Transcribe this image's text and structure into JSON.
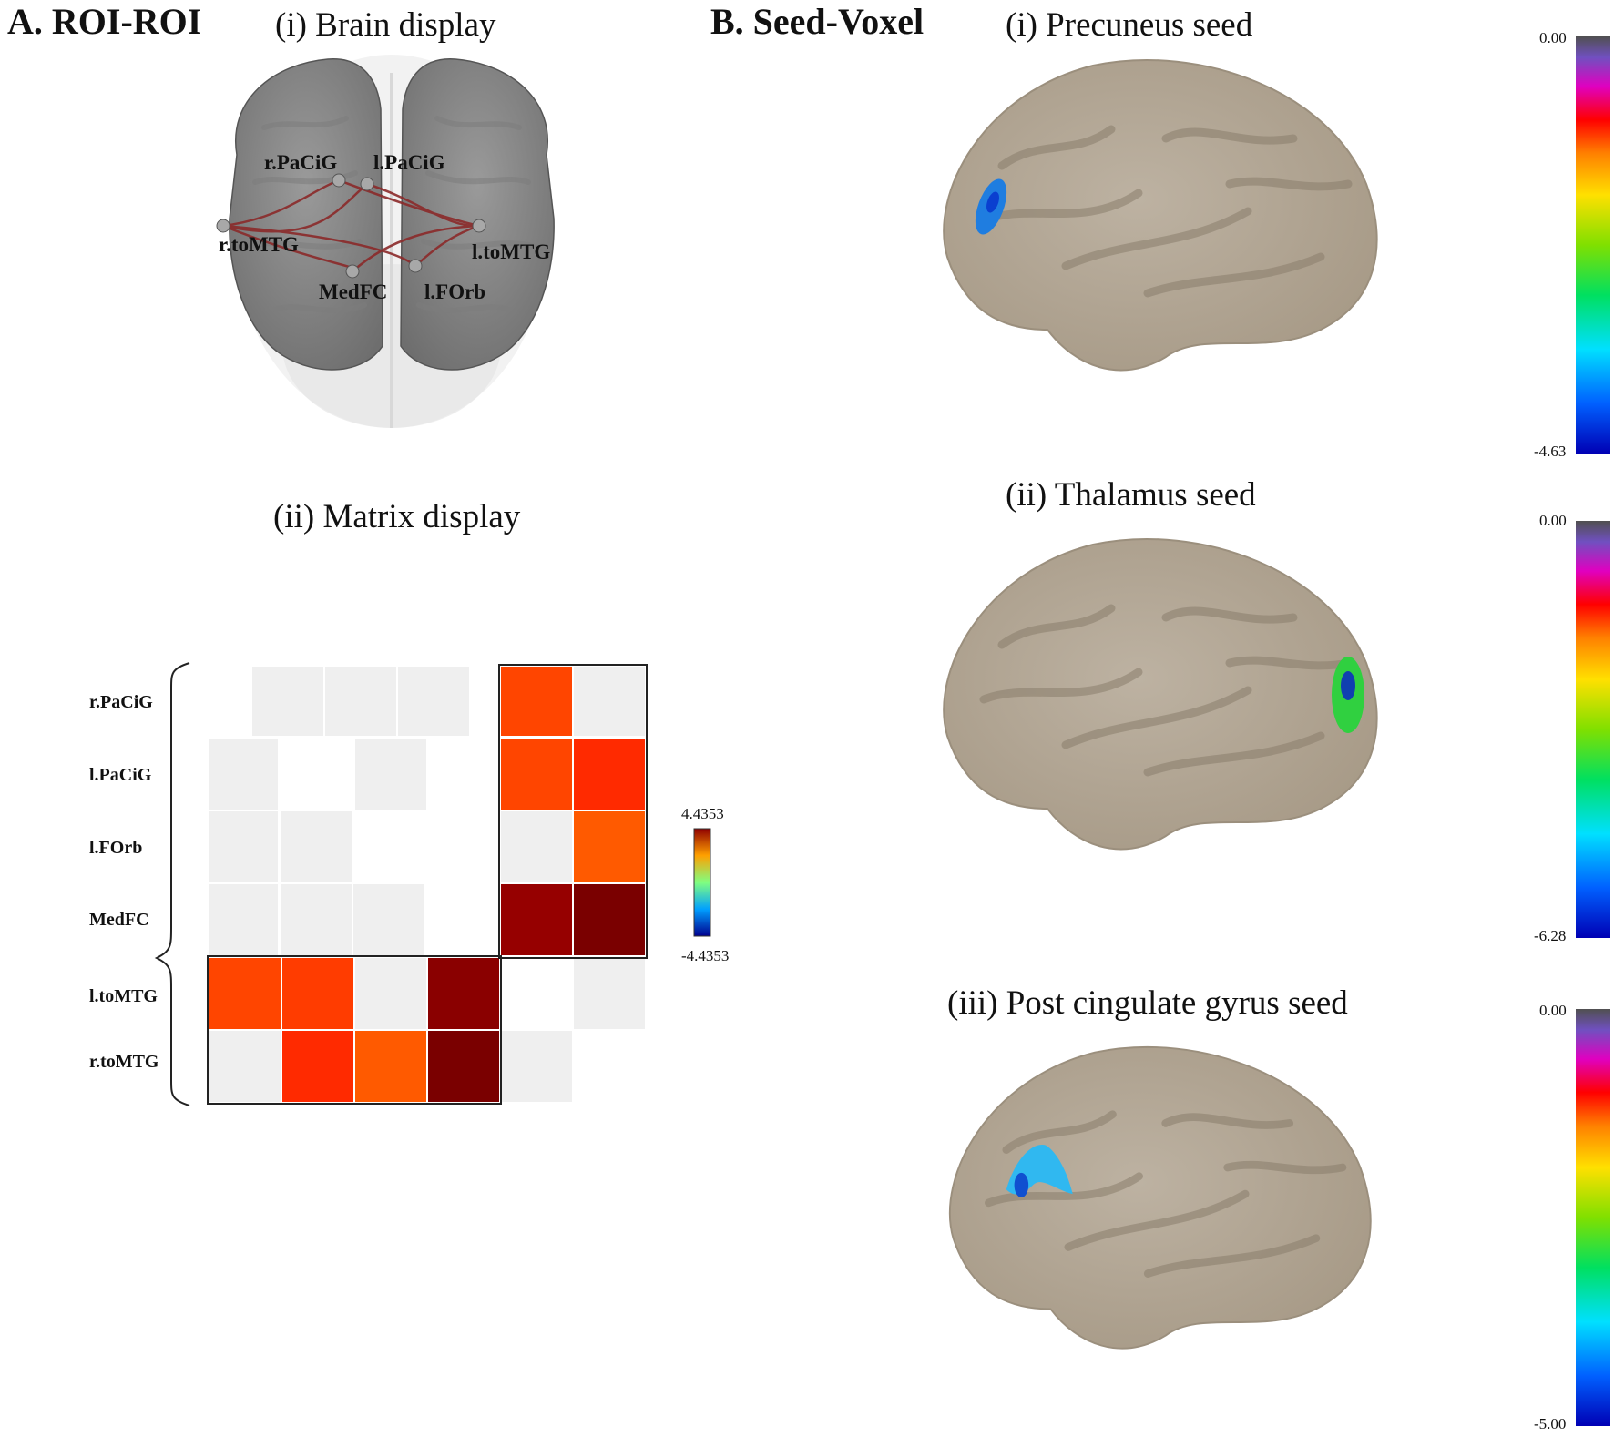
{
  "panel_a": {
    "heading": "A. ROI-ROI",
    "brain_title": "(i) Brain display",
    "matrix_title": "(ii) Matrix display",
    "roi_labels": {
      "r_pacig": "r.PaCiG",
      "l_pacig": "l.PaCiG",
      "r_tomtg": "r.toMTG",
      "l_tomtg": "l.toMTG",
      "medfc": "MedFC",
      "l_forb": "l.FOrb"
    },
    "matrix": {
      "rows": [
        "r.PaCiG",
        "l.PaCiG",
        "l.FOrb",
        "MedFC",
        "l.toMTG",
        "r.toMTG"
      ],
      "colorbar_max": "4.4353",
      "colorbar_min": "-4.4353"
    }
  },
  "panel_b": {
    "heading": "B. Seed-Voxel",
    "seeds": [
      {
        "title": "(i) Precuneus seed",
        "cb_max": "0.00",
        "cb_min": "-4.63"
      },
      {
        "title": "(ii) Thalamus seed",
        "cb_max": "0.00",
        "cb_min": "-6.28"
      },
      {
        "title": "(iii) Post cingulate gyrus seed",
        "cb_max": "0.00",
        "cb_min": "-5.00"
      }
    ]
  },
  "colors": {
    "matrix_light": "#efefef",
    "matrix_orange_red": "#ff4500",
    "matrix_red": "#ff2a00",
    "matrix_orange": "#ff5a00",
    "matrix_dark_red": "#960000",
    "matrix_darkest": "#7a0000",
    "brain_gray": "#8c8c8c",
    "cortex_tan": "#b3a796"
  }
}
